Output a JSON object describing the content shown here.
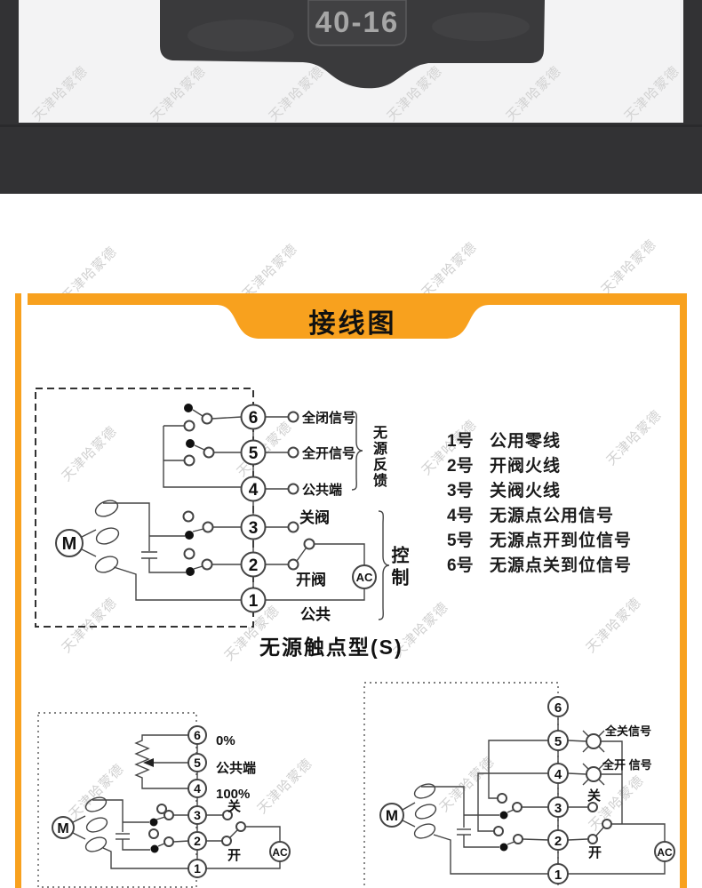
{
  "watermark": {
    "text": "天津哈蒙德",
    "color": "#c8c8c8"
  },
  "photo": {
    "marking": "40-16",
    "background": "#f3f3f4",
    "frame_color": "#323234",
    "body_color": "#3a3a3c",
    "marking_color": "#a6a6a6"
  },
  "card": {
    "accent_color": "#F8A11E",
    "title": "接线图"
  },
  "legend": {
    "items": [
      {
        "num": "1号",
        "desc": "公用零线"
      },
      {
        "num": "2号",
        "desc": "开阀火线"
      },
      {
        "num": "3号",
        "desc": "关阀火线"
      },
      {
        "num": "4号",
        "desc": "无源点公用信号"
      },
      {
        "num": "5号",
        "desc": "无源点开到位信号"
      },
      {
        "num": "6号",
        "desc": "无源点关到位信号"
      }
    ]
  },
  "diagram_main": {
    "caption": "无源触点型(S)",
    "motor_label": "M",
    "ac_label": "AC",
    "terminals": [
      "6",
      "5",
      "4",
      "3",
      "2",
      "1"
    ],
    "feedback_labels": [
      "全闭信号",
      "全开信号",
      "公共端"
    ],
    "close_label": "关阀",
    "open_label": "开阀",
    "common_label": "公共",
    "feedback_group": "无源反馈",
    "control_group": "控制"
  },
  "diagram_pot": {
    "motor_label": "M",
    "ac_label": "AC",
    "terminals": [
      "6",
      "5",
      "4",
      "3",
      "2",
      "1"
    ],
    "labels": {
      "zero": "0%",
      "common": "公共端",
      "hundred": "100%",
      "close": "关",
      "open": "开"
    }
  },
  "diagram_lamp": {
    "motor_label": "M",
    "ac_label": "AC",
    "terminals": [
      "6",
      "5",
      "4",
      "3",
      "2",
      "1"
    ],
    "labels": {
      "full_close": "全关信号",
      "full_open": "全开 信号",
      "close": "关",
      "open": "开"
    }
  }
}
